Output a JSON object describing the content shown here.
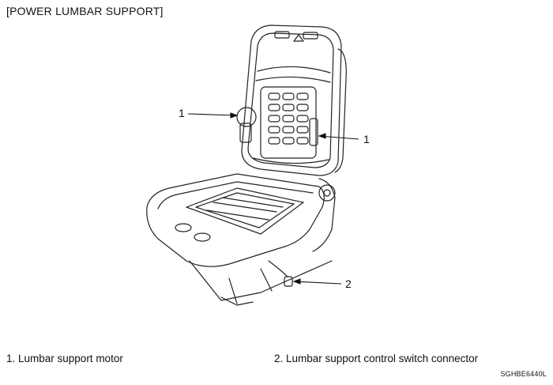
{
  "title": "[POWER LUMBAR SUPPORT]",
  "callouts": {
    "motor_left": "1",
    "motor_right": "1",
    "connector": "2"
  },
  "legend": {
    "item1": "1. Lumbar support motor",
    "item2": "2. Lumbar support control switch connector"
  },
  "figure_code": "SGHBE6440L"
}
